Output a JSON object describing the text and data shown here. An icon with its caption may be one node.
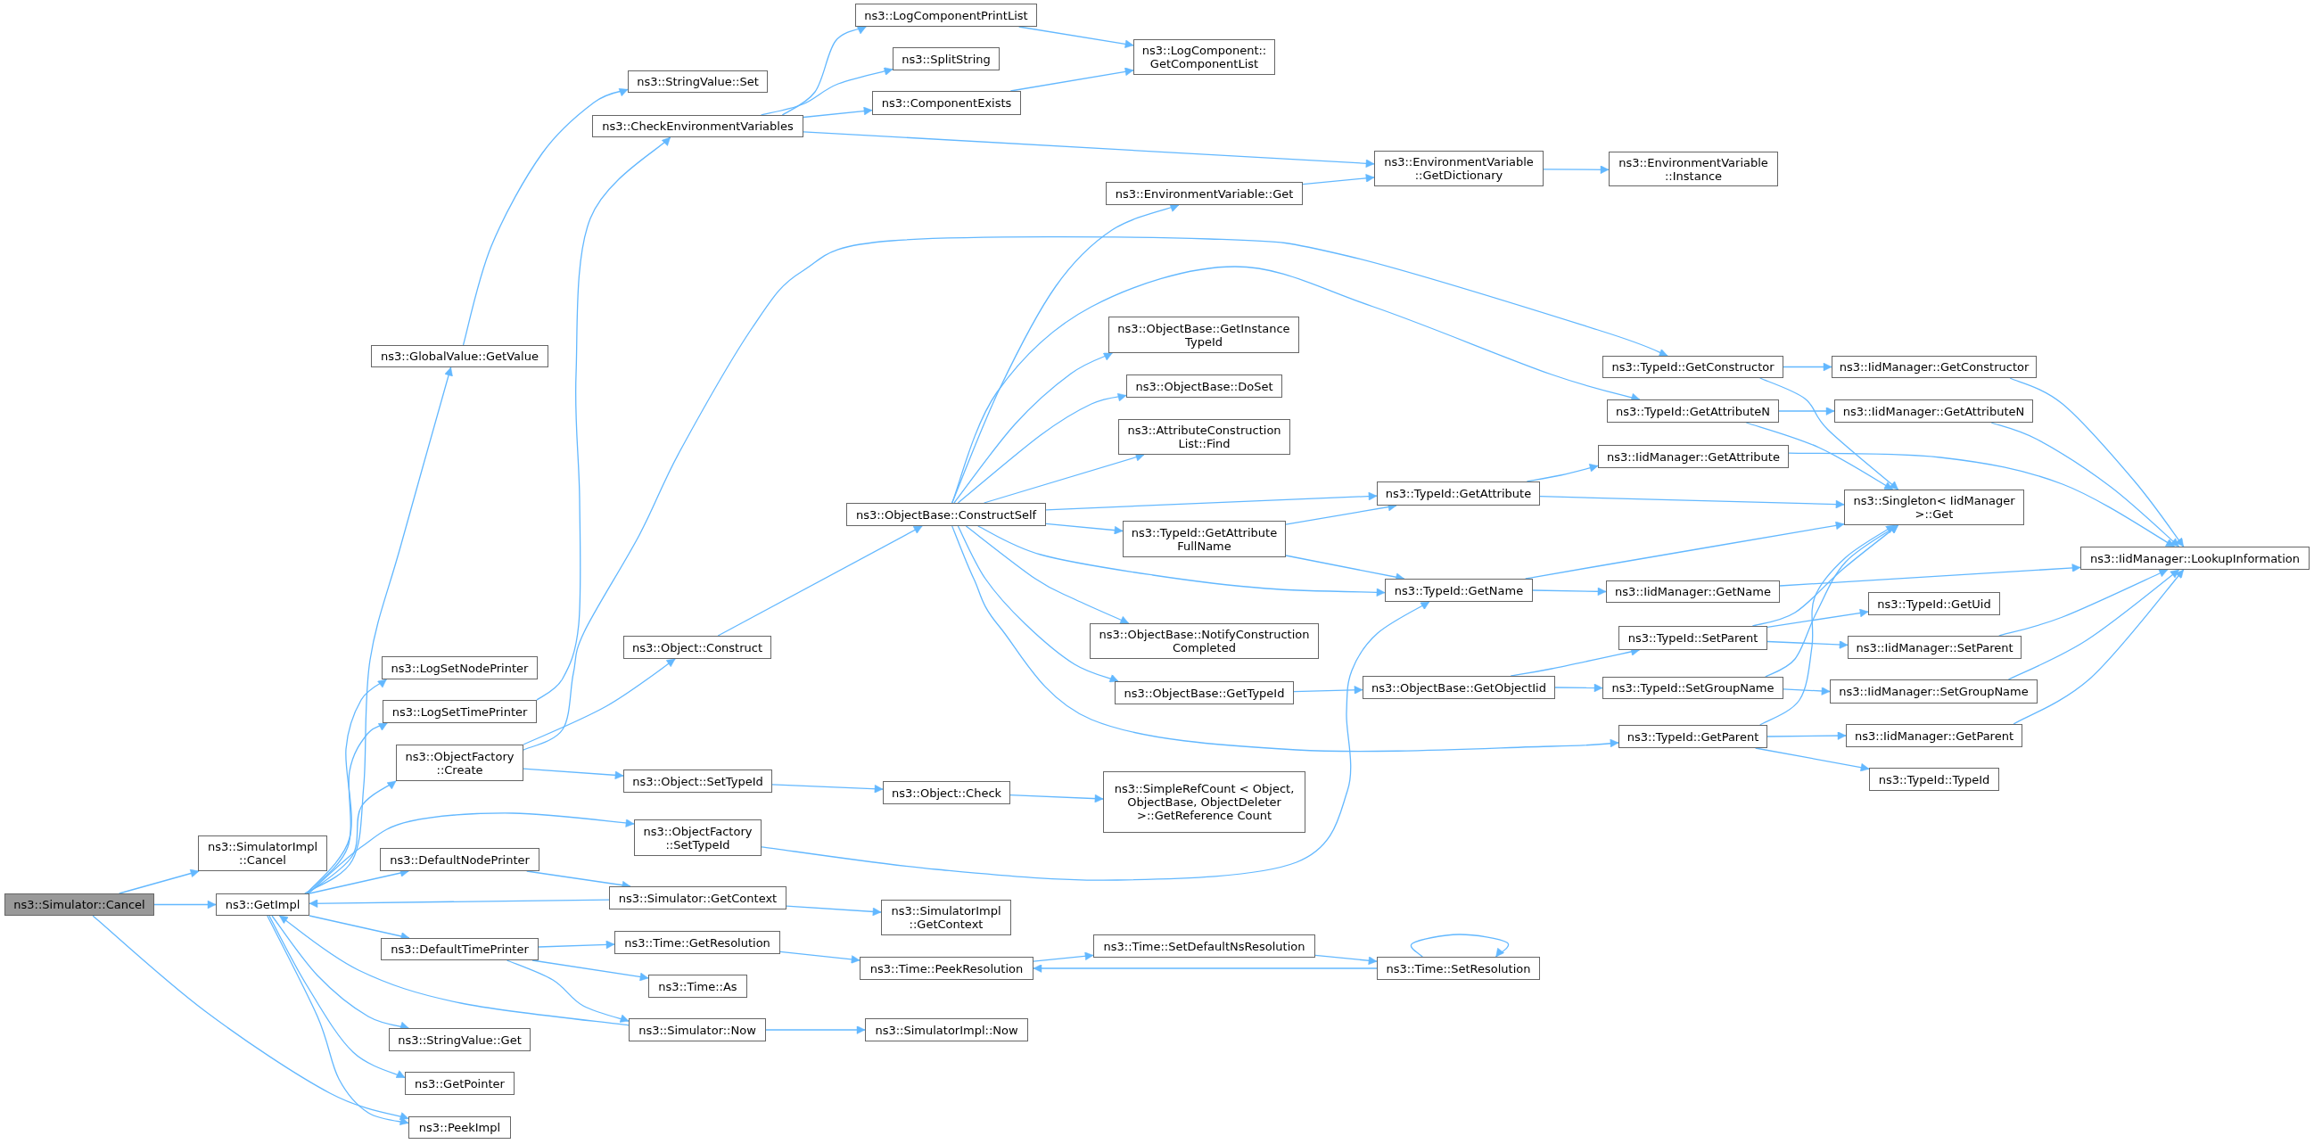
{
  "diagram": {
    "nodes": [
      {
        "text": [
          "ns3::Simulator::Cancel"
        ]
      },
      {
        "text": [
          "ns3::SimulatorImpl ::Cancel"
        ]
      },
      {
        "text": [
          "ns3::GetImpl"
        ]
      },
      {
        "text": [
          "ns3::GlobalValue::GetValue"
        ]
      },
      {
        "text": [
          "ns3::LogSetNodePrinter"
        ]
      },
      {
        "text": [
          "ns3::LogSetTimePrinter"
        ]
      },
      {
        "text": [
          "ns3::ObjectFactory ::Create"
        ]
      },
      {
        "text": [
          "ns3::DefaultNodePrinter"
        ]
      },
      {
        "text": [
          "ns3::DefaultTimePrinter"
        ]
      },
      {
        "text": [
          "ns3::StringValue::Get"
        ]
      },
      {
        "text": [
          "ns3::GetPointer"
        ]
      },
      {
        "text": [
          "ns3::PeekImpl"
        ]
      },
      {
        "text": [
          "ns3::StringValue::Set"
        ]
      },
      {
        "text": [
          "ns3::CheckEnvironmentVariables"
        ]
      },
      {
        "text": [
          "ns3::Object::Construct"
        ]
      },
      {
        "text": [
          "ns3::Object::SetTypeId"
        ]
      },
      {
        "text": [
          "ns3::ObjectFactory ::SetTypeId"
        ]
      },
      {
        "text": [
          "ns3::Simulator::GetContext"
        ]
      },
      {
        "text": [
          "ns3::Time::GetResolution"
        ]
      },
      {
        "text": [
          "ns3::Time::As"
        ]
      },
      {
        "text": [
          "ns3::Simulator::Now"
        ]
      },
      {
        "text": [
          "ns3::LogComponentPrintList"
        ]
      },
      {
        "text": [
          "ns3::SplitString"
        ]
      },
      {
        "text": [
          "ns3::ComponentExists"
        ]
      },
      {
        "text": [
          "ns3::ObjectBase::ConstructSelf"
        ]
      },
      {
        "text": [
          "ns3::Object::Check"
        ]
      },
      {
        "text": [
          "ns3::SimulatorImpl ::GetContext"
        ]
      },
      {
        "text": [
          "ns3::Time::PeekResolution"
        ]
      },
      {
        "text": [
          "ns3::SimulatorImpl::Now"
        ]
      },
      {
        "text": [
          "ns3::LogComponent:: GetComponentList"
        ]
      },
      {
        "text": [
          "ns3::EnvironmentVariable::Get"
        ]
      },
      {
        "text": [
          "ns3::ObjectBase::GetInstance TypeId"
        ]
      },
      {
        "text": [
          "ns3::ObjectBase::DoSet"
        ]
      },
      {
        "text": [
          "ns3::AttributeConstruction List::Find"
        ]
      },
      {
        "text": [
          "ns3::TypeId::GetAttribute FullName"
        ]
      },
      {
        "text": [
          "ns3::ObjectBase::NotifyConstruction Completed"
        ]
      },
      {
        "text": [
          "ns3::ObjectBase::GetTypeId"
        ]
      },
      {
        "text": [
          "ns3::SimpleRefCount < Object, ObjectBase, ObjectDeleter >::GetReference Count"
        ]
      },
      {
        "text": [
          "ns3::Time::SetDefaultNsResolution"
        ]
      },
      {
        "text": [
          "ns3::EnvironmentVariable ::GetDictionary"
        ]
      },
      {
        "text": [
          "ns3::TypeId::GetAttribute"
        ]
      },
      {
        "text": [
          "ns3::TypeId::GetName"
        ]
      },
      {
        "text": [
          "ns3::ObjectBase::GetObjectIid"
        ]
      },
      {
        "text": [
          "ns3::Time::SetResolution"
        ]
      },
      {
        "text": [
          "ns3::EnvironmentVariable ::Instance"
        ]
      },
      {
        "text": [
          "ns3::TypeId::GetConstructor"
        ]
      },
      {
        "text": [
          "ns3::TypeId::GetAttributeN"
        ]
      },
      {
        "text": [
          "ns3::IidManager::GetAttribute"
        ]
      },
      {
        "text": [
          "ns3::IidManager::GetName"
        ]
      },
      {
        "text": [
          "ns3::TypeId::SetParent"
        ]
      },
      {
        "text": [
          "ns3::TypeId::SetGroupName"
        ]
      },
      {
        "text": [
          "ns3::TypeId::GetParent"
        ]
      },
      {
        "text": [
          "ns3::IidManager::GetConstructor"
        ]
      },
      {
        "text": [
          "ns3::IidManager::GetAttributeN"
        ]
      },
      {
        "text": [
          "ns3::Singleton< IidManager >::Get"
        ]
      },
      {
        "text": [
          "ns3::TypeId::GetUid"
        ]
      },
      {
        "text": [
          "ns3::IidManager::SetParent"
        ]
      },
      {
        "text": [
          "ns3::IidManager::SetGroupName"
        ]
      },
      {
        "text": [
          "ns3::IidManager::GetParent"
        ]
      },
      {
        "text": [
          "ns3::TypeId::TypeId"
        ]
      },
      {
        "text": [
          "ns3::IidManager::LookupInformation"
        ]
      }
    ],
    "edges": [
      {
        "from": 0,
        "to": 1,
        "arrow": "to"
      },
      {
        "from": 0,
        "to": 2,
        "arrow": "to"
      },
      {
        "from": 0,
        "to": 11,
        "arrow": "to"
      },
      {
        "from": 2,
        "to": 3,
        "arrow": "to"
      },
      {
        "from": 2,
        "to": 4,
        "arrow": "to"
      },
      {
        "from": 2,
        "to": 5,
        "arrow": "to"
      },
      {
        "from": 2,
        "to": 6,
        "arrow": "to"
      },
      {
        "from": 2,
        "to": 16,
        "arrow": "to"
      },
      {
        "from": 2,
        "to": 7,
        "arrow": "to"
      },
      {
        "from": 2,
        "to": 8,
        "arrow": "to"
      },
      {
        "from": 2,
        "to": 9,
        "arrow": "to"
      },
      {
        "from": 2,
        "to": 10,
        "arrow": "to"
      },
      {
        "from": 2,
        "to": 11,
        "arrow": "to"
      },
      {
        "from": 3,
        "to": 12,
        "arrow": "to"
      },
      {
        "from": 5,
        "to": 13,
        "arrow": "to"
      },
      {
        "from": 6,
        "to": 14,
        "arrow": "to"
      },
      {
        "from": 6,
        "to": 15,
        "arrow": "to"
      },
      {
        "from": 6,
        "to": 45,
        "arrow": "to"
      },
      {
        "from": 7,
        "to": 17,
        "arrow": "to"
      },
      {
        "from": 8,
        "to": 18,
        "arrow": "to"
      },
      {
        "from": 8,
        "to": 19,
        "arrow": "to"
      },
      {
        "from": 8,
        "to": 20,
        "arrow": "to"
      },
      {
        "from": 17,
        "to": 2,
        "arrow": "to"
      },
      {
        "from": 17,
        "to": 26,
        "arrow": "to"
      },
      {
        "from": 20,
        "to": 2,
        "arrow": "to"
      },
      {
        "from": 20,
        "to": 28,
        "arrow": "to"
      },
      {
        "from": 13,
        "to": 21,
        "arrow": "to"
      },
      {
        "from": 13,
        "to": 22,
        "arrow": "to"
      },
      {
        "from": 13,
        "to": 23,
        "arrow": "to"
      },
      {
        "from": 13,
        "to": 39,
        "arrow": "to"
      },
      {
        "from": 14,
        "to": 24,
        "arrow": "to"
      },
      {
        "from": 15,
        "to": 25,
        "arrow": "to"
      },
      {
        "from": 16,
        "to": 41,
        "arrow": "to"
      },
      {
        "from": 18,
        "to": 27,
        "arrow": "to"
      },
      {
        "from": 21,
        "to": 29,
        "arrow": "to"
      },
      {
        "from": 23,
        "to": 29,
        "arrow": "to"
      },
      {
        "from": 24,
        "to": 30,
        "arrow": "to"
      },
      {
        "from": 24,
        "to": 46,
        "arrow": "to"
      },
      {
        "from": 24,
        "to": 31,
        "arrow": "to"
      },
      {
        "from": 24,
        "to": 32,
        "arrow": "to"
      },
      {
        "from": 24,
        "to": 33,
        "arrow": "to"
      },
      {
        "from": 24,
        "to": 40,
        "arrow": "to"
      },
      {
        "from": 24,
        "to": 34,
        "arrow": "to"
      },
      {
        "from": 24,
        "to": 41,
        "arrow": "to"
      },
      {
        "from": 24,
        "to": 35,
        "arrow": "to"
      },
      {
        "from": 24,
        "to": 36,
        "arrow": "to"
      },
      {
        "from": 24,
        "to": 51,
        "arrow": "to"
      },
      {
        "from": 25,
        "to": 37,
        "arrow": "to"
      },
      {
        "from": 27,
        "to": 38,
        "arrow": "to"
      },
      {
        "from": 30,
        "to": 39,
        "arrow": "to"
      },
      {
        "from": 34,
        "to": 40,
        "arrow": "to"
      },
      {
        "from": 34,
        "to": 41,
        "arrow": "to"
      },
      {
        "from": 36,
        "to": 42,
        "arrow": "to"
      },
      {
        "from": 38,
        "to": 43,
        "arrow": "to"
      },
      {
        "from": 43,
        "to": 27,
        "arrow": "to"
      },
      {
        "from": 43,
        "to": 43,
        "arrow": "to"
      },
      {
        "from": 39,
        "to": 44,
        "arrow": "to"
      },
      {
        "from": 40,
        "to": 47,
        "arrow": "to"
      },
      {
        "from": 40,
        "to": 54,
        "arrow": "to"
      },
      {
        "from": 41,
        "to": 54,
        "arrow": "to"
      },
      {
        "from": 41,
        "to": 48,
        "arrow": "to"
      },
      {
        "from": 42,
        "to": 49,
        "arrow": "to"
      },
      {
        "from": 42,
        "to": 50,
        "arrow": "to"
      },
      {
        "from": 45,
        "to": 52,
        "arrow": "to"
      },
      {
        "from": 45,
        "to": 54,
        "arrow": "to"
      },
      {
        "from": 46,
        "to": 53,
        "arrow": "to"
      },
      {
        "from": 46,
        "to": 54,
        "arrow": "to"
      },
      {
        "from": 47,
        "to": 60,
        "arrow": "to"
      },
      {
        "from": 48,
        "to": 60,
        "arrow": "to"
      },
      {
        "from": 49,
        "to": 54,
        "arrow": "to"
      },
      {
        "from": 49,
        "to": 55,
        "arrow": "to"
      },
      {
        "from": 49,
        "to": 56,
        "arrow": "to"
      },
      {
        "from": 50,
        "to": 54,
        "arrow": "to"
      },
      {
        "from": 50,
        "to": 57,
        "arrow": "to"
      },
      {
        "from": 51,
        "to": 54,
        "arrow": "to"
      },
      {
        "from": 51,
        "to": 58,
        "arrow": "to"
      },
      {
        "from": 51,
        "to": 59,
        "arrow": "to"
      },
      {
        "from": 52,
        "to": 60,
        "arrow": "to"
      },
      {
        "from": 53,
        "to": 60,
        "arrow": "to"
      },
      {
        "from": 56,
        "to": 60,
        "arrow": "to"
      },
      {
        "from": 57,
        "to": 60,
        "arrow": "to"
      },
      {
        "from": 58,
        "to": 60,
        "arrow": "to"
      }
    ]
  }
}
